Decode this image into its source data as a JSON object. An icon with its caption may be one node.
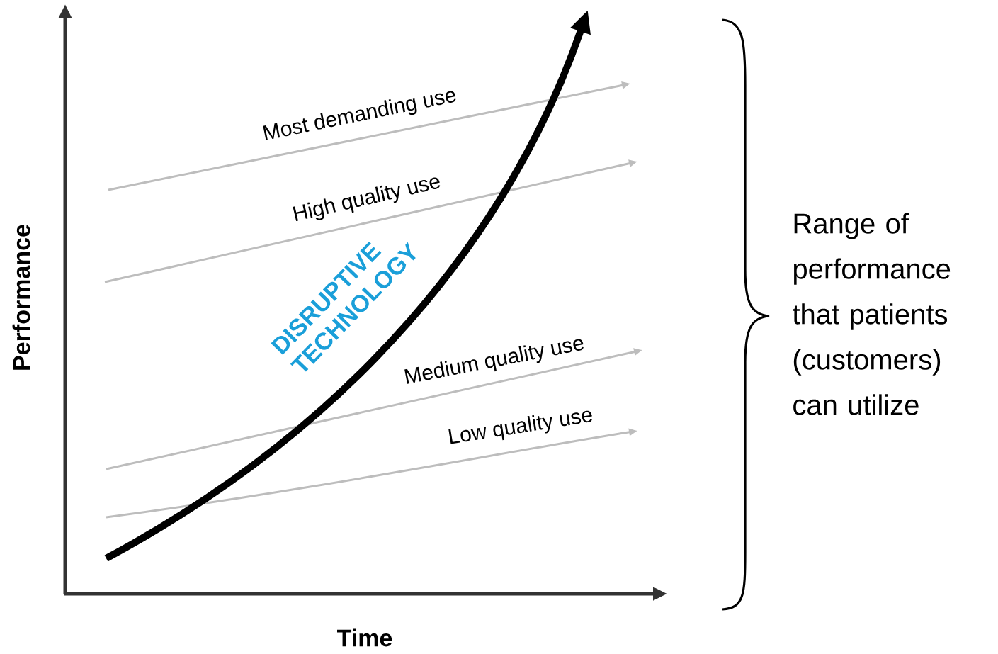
{
  "diagram": {
    "labels": [
      "Performance",
      "Most demanding use",
      "High quality use",
      "DISRUPTIVE TECHNOLOGY",
      "Medium quality use",
      "Low quality use",
      "Time",
      "Range of performance that patients (customers) can utilize"
    ]
  }
}
